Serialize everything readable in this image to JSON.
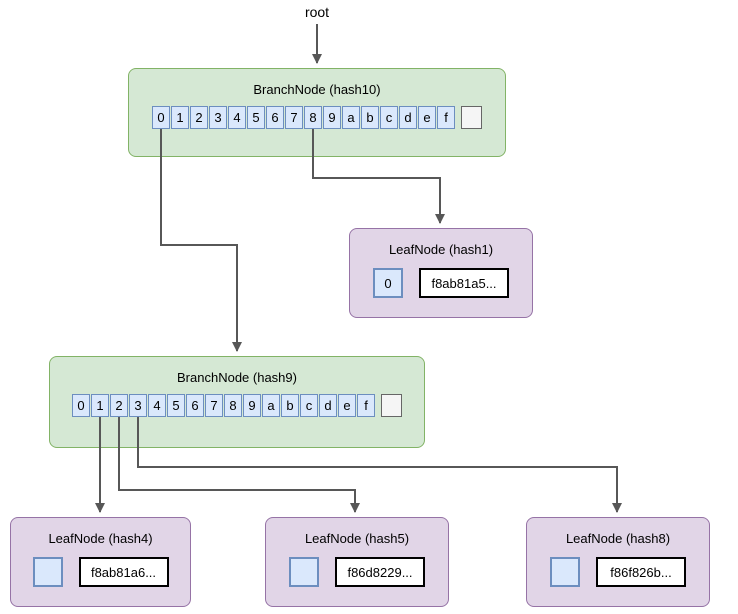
{
  "diagram": {
    "root_label": "root",
    "branch_nodes": [
      {
        "title": "BranchNode (hash10)",
        "cells": [
          "0",
          "1",
          "2",
          "3",
          "4",
          "5",
          "6",
          "7",
          "8",
          "9",
          "a",
          "b",
          "c",
          "d",
          "e",
          "f"
        ],
        "extra_cell": ""
      },
      {
        "title": "BranchNode (hash9)",
        "cells": [
          "0",
          "1",
          "2",
          "3",
          "4",
          "5",
          "6",
          "7",
          "8",
          "9",
          "a",
          "b",
          "c",
          "d",
          "e",
          "f"
        ],
        "extra_cell": ""
      }
    ],
    "leaf_nodes": [
      {
        "title": "LeafNode (hash1)",
        "key": "0",
        "value": "f8ab81a5..."
      },
      {
        "title": "LeafNode (hash4)",
        "key": "",
        "value": "f8ab81a6..."
      },
      {
        "title": "LeafNode (hash5)",
        "key": "",
        "value": "f86d8229..."
      },
      {
        "title": "LeafNode (hash8)",
        "key": "",
        "value": "f86f826b..."
      }
    ],
    "edges": [
      {
        "from": "root",
        "to": "BranchNode (hash10)"
      },
      {
        "from": "BranchNode (hash10) slot 0",
        "to": "BranchNode (hash9)"
      },
      {
        "from": "BranchNode (hash10) slot 8",
        "to": "LeafNode (hash1)"
      },
      {
        "from": "BranchNode (hash9) slot 1",
        "to": "LeafNode (hash4)"
      },
      {
        "from": "BranchNode (hash9) slot 2",
        "to": "LeafNode (hash5)"
      },
      {
        "from": "BranchNode (hash9) slot 3",
        "to": "LeafNode (hash8)"
      }
    ],
    "colors": {
      "branch_fill": "#d5e8d4",
      "branch_stroke": "#82b366",
      "cell_fill": "#dae8fc",
      "cell_stroke": "#6c8ebf",
      "leaf_fill": "#e1d5e7",
      "leaf_stroke": "#9673a6",
      "empty_cell_fill": "#f5f5f5",
      "empty_cell_stroke": "#666666",
      "arrow": "#575757"
    }
  }
}
